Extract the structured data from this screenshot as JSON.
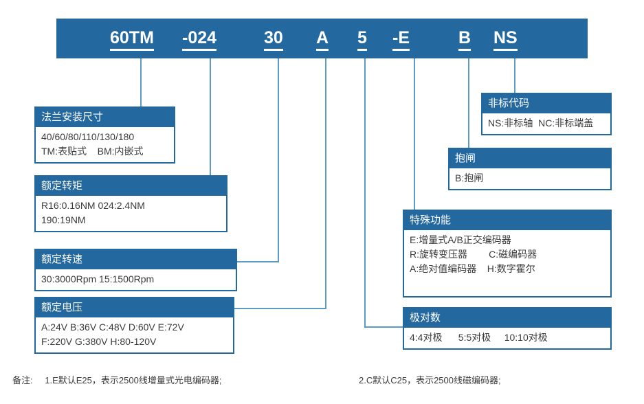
{
  "model_code": {
    "segments": [
      {
        "text": "60TM",
        "name": "code-segment-flange"
      },
      {
        "text": "-024",
        "name": "code-segment-torque"
      },
      {
        "text": "30",
        "name": "code-segment-speed"
      },
      {
        "text": "A",
        "name": "code-segment-voltage"
      },
      {
        "text": "5",
        "name": "code-segment-pole-pairs"
      },
      {
        "text": "-E",
        "name": "code-segment-special-function"
      },
      {
        "text": "B",
        "name": "code-segment-brake"
      },
      {
        "text": "NS",
        "name": "code-segment-nonstandard"
      }
    ]
  },
  "boxes": {
    "flange": {
      "title": "法兰安装尺寸",
      "lines": [
        "40/60/80/110/130/180",
        "TM:表贴式    BM:内嵌式"
      ]
    },
    "torque": {
      "title": "额定转矩",
      "lines": [
        "R16:0.16NM 024:2.4NM",
        "190:19NM"
      ]
    },
    "speed": {
      "title": "额定转速",
      "lines": [
        "30:3000Rpm 15:1500Rpm"
      ]
    },
    "voltage": {
      "title": "额定电压",
      "lines": [
        "A:24V B:36V C:48V D:60V E:72V",
        "F:220V G:380V H:80-120V"
      ]
    },
    "nonstandard": {
      "title": "非标代码",
      "lines": [
        "NS:非标轴  NC:非标端盖"
      ]
    },
    "brake": {
      "title": "抱闸",
      "lines": [
        "B:抱闸"
      ]
    },
    "special": {
      "title": "特殊功能",
      "lines": [
        "E:增量式A/B正交编码器",
        "R:旋转变压器        C:磁编码器",
        "A:绝对值编码器    H:数字霍尔",
        ""
      ]
    },
    "pole_pairs": {
      "title": "极对数",
      "lines": [
        "4:4对极      5:5对极     10:10对极"
      ]
    }
  },
  "footer": {
    "label": "备注:",
    "note1": "1.E默认E25，表示2500线增量式光电编码器;",
    "note2": "2.C默认C25，表示2500线磁编码器;"
  },
  "colors": {
    "brand_blue": "#2468A0",
    "line_blue": "#5B9BC6",
    "text_dark": "#3a3a3a",
    "white": "#ffffff"
  }
}
